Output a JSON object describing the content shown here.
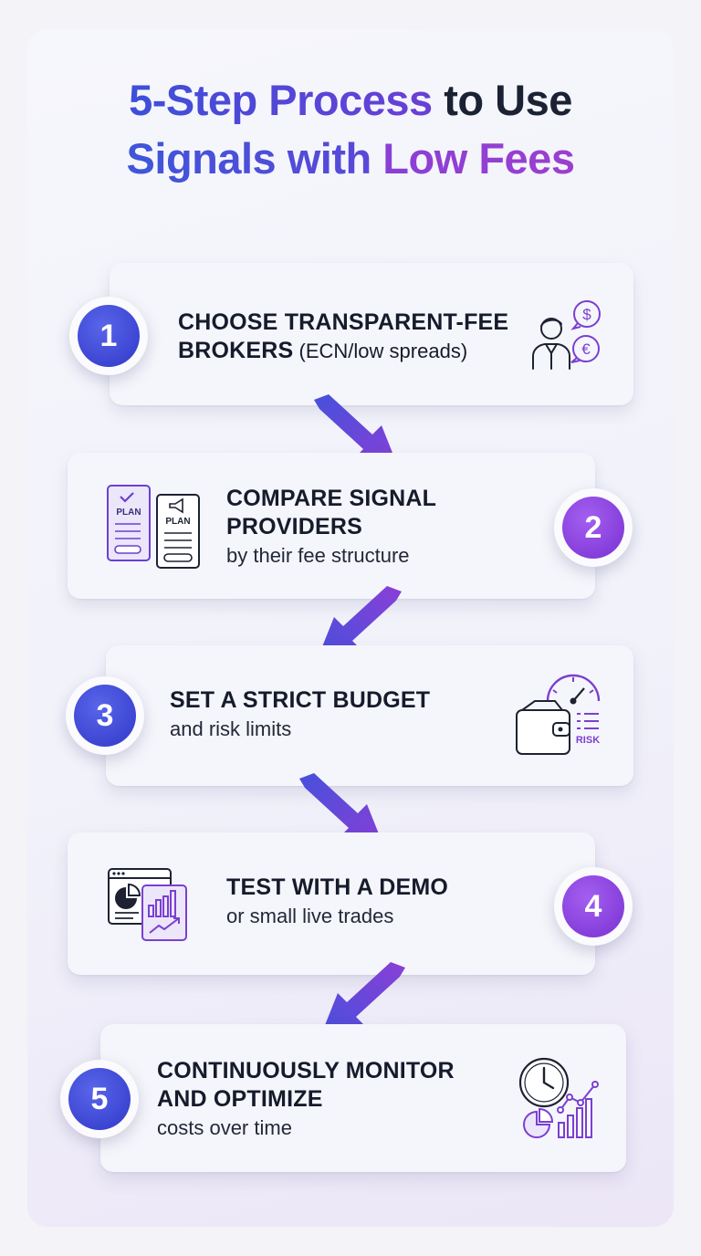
{
  "title": {
    "line1_part1": "5-Step Process",
    "line1_part2": " to Use",
    "line2_part1": "Signals with ",
    "line2_part2": "Low Fees"
  },
  "steps": [
    {
      "number": "1",
      "heading_line1": "CHOOSE TRANSPARENT-FEE",
      "heading_line2": "BROKERS",
      "inline_sub": " (ECN/low spreads)",
      "icon": "broker-currency-icon"
    },
    {
      "number": "2",
      "heading_line1": "COMPARE SIGNAL",
      "heading_line2": "PROVIDERS",
      "sub": "by their fee structure",
      "icon": "plan-comparison-icon",
      "icon_text": "PLAN"
    },
    {
      "number": "3",
      "heading_line1": "SET A STRICT BUDGET",
      "sub": "and risk limits",
      "icon": "wallet-risk-gauge-icon",
      "icon_text": "RISK"
    },
    {
      "number": "4",
      "heading_line1": "TEST WITH A DEMO",
      "sub": "or small live trades",
      "icon": "demo-dashboard-icon"
    },
    {
      "number": "5",
      "heading_line1": "CONTINUOUSLY MONITOR",
      "heading_line2": "AND OPTIMIZE",
      "sub": "costs over time",
      "icon": "clock-analytics-icon"
    }
  ],
  "colors": {
    "blue": "#3d4fd8",
    "purple": "#8a3fd6",
    "text": "#161b2c"
  }
}
